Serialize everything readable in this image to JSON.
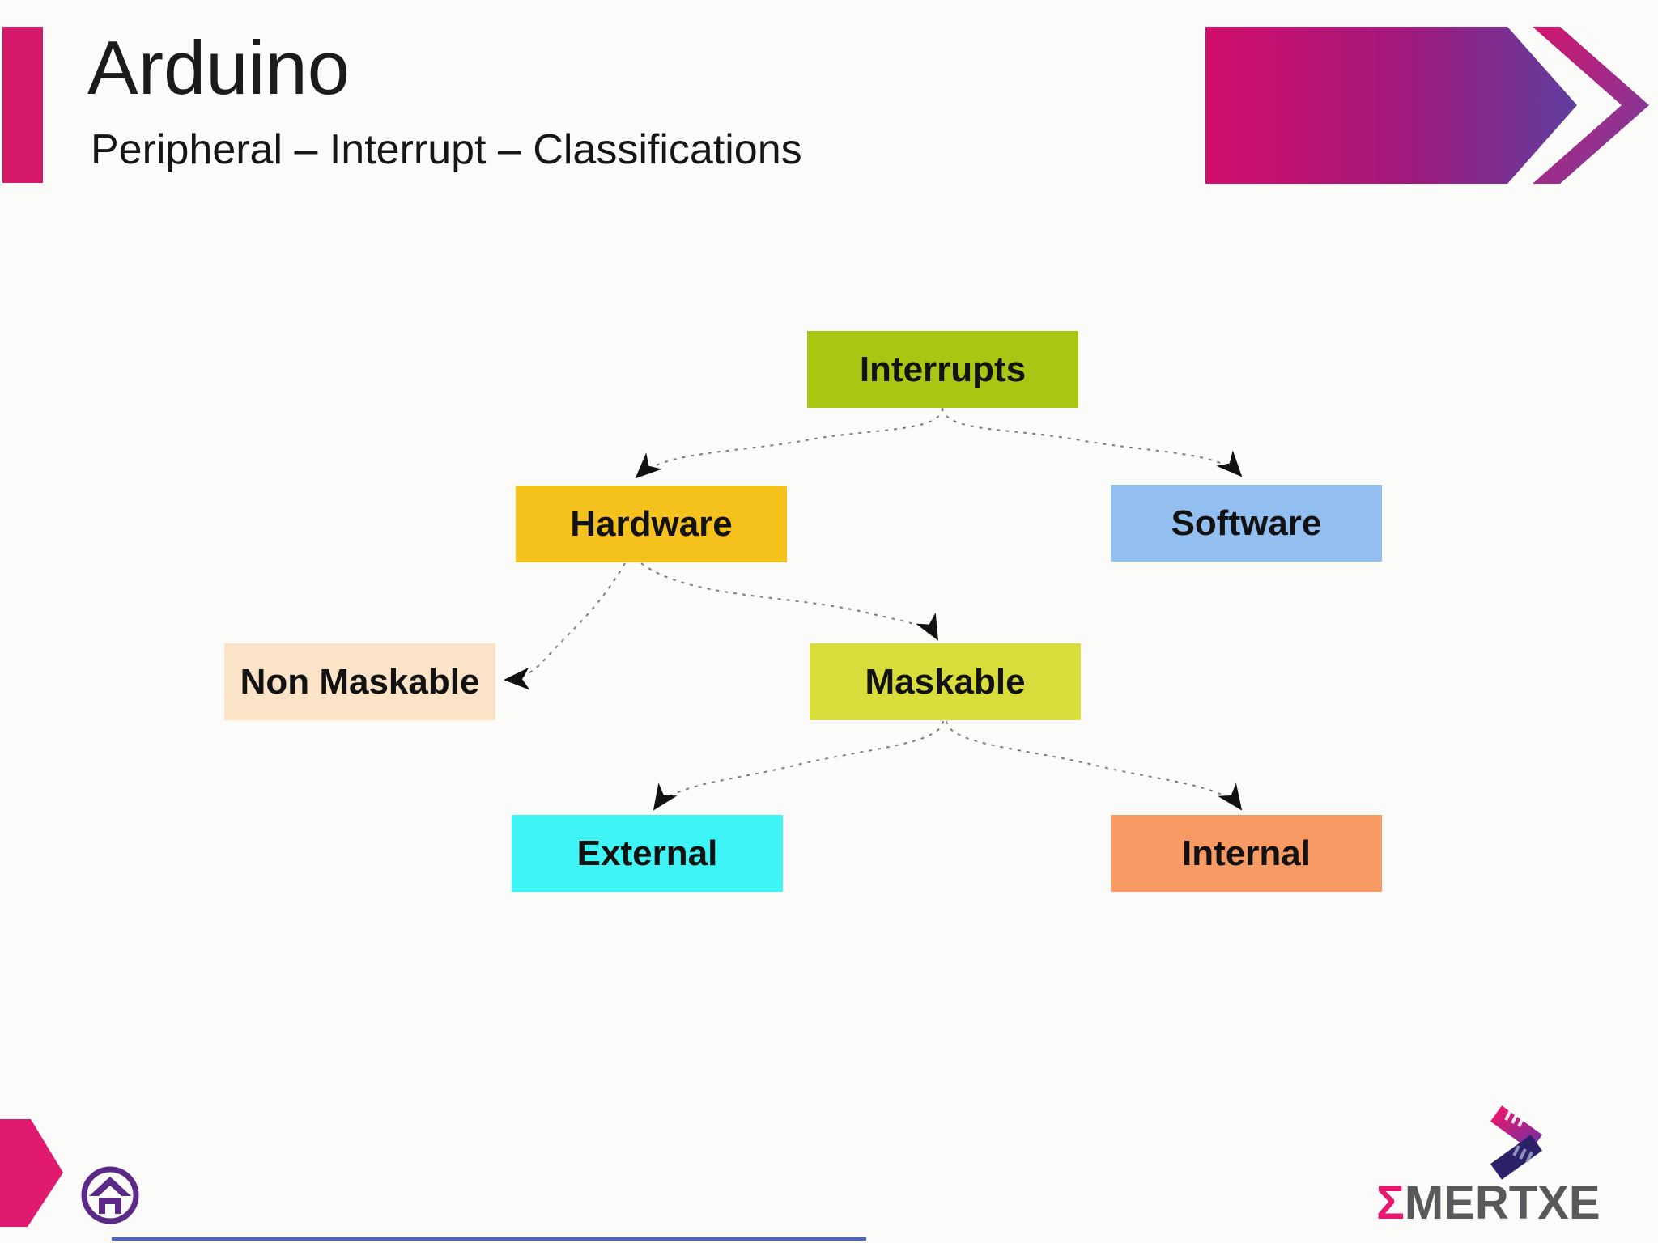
{
  "header": {
    "title": "Arduino",
    "subtitle": "Peripheral – Interrupt – Classifications"
  },
  "diagram": {
    "nodes": [
      {
        "id": "interrupts",
        "label": "Interrupts",
        "color": "#a9c613"
      },
      {
        "id": "hardware",
        "label": "Hardware",
        "color": "#f5c21d"
      },
      {
        "id": "software",
        "label": "Software",
        "color": "#93bff0"
      },
      {
        "id": "non-maskable",
        "label": "Non Maskable",
        "color": "#fae3c6"
      },
      {
        "id": "maskable",
        "label": "Maskable",
        "color": "#d9dd3c"
      },
      {
        "id": "external",
        "label": "External",
        "color": "#3ff4f4"
      },
      {
        "id": "internal",
        "label": "Internal",
        "color": "#f89a64"
      }
    ],
    "edges": [
      {
        "from": "Interrupts",
        "to": "Hardware"
      },
      {
        "from": "Interrupts",
        "to": "Software"
      },
      {
        "from": "Hardware",
        "to": "Non Maskable"
      },
      {
        "from": "Hardware",
        "to": "Maskable"
      },
      {
        "from": "Maskable",
        "to": "External"
      },
      {
        "from": "Maskable",
        "to": "Internal"
      }
    ]
  },
  "footer": {
    "logo": {
      "sigma": "Σ",
      "name": "MERTXE"
    }
  },
  "colors": {
    "accent_pink": "#d6196b",
    "footer_pink": "#e01a6f",
    "edge_line": "#7d7d7d",
    "arrowhead": "#111111",
    "home_icon_purple": "#5b2a86",
    "logo_pink": "#e6176e",
    "logo_gray": "#58595b",
    "logo_navy": "#2b2168",
    "header_gradient_start": "#d30e6c",
    "header_gradient_end": "#5e3e9e",
    "footer_line_blue": "#4a63c8"
  }
}
